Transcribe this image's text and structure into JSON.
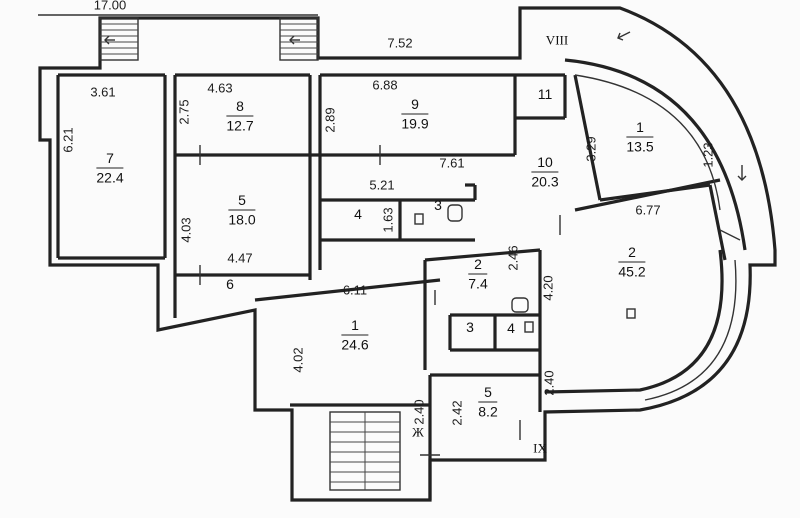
{
  "plan": {
    "rooms": [
      {
        "id": "room-7",
        "number": "7",
        "area": "22.4"
      },
      {
        "id": "room-8",
        "number": "8",
        "area": "12.7"
      },
      {
        "id": "room-9",
        "number": "9",
        "area": "19.9"
      },
      {
        "id": "room-5-upper",
        "number": "5",
        "area": "18.0"
      },
      {
        "id": "room-10",
        "number": "10",
        "area": "20.3"
      },
      {
        "id": "room-11",
        "number": "11",
        "area": ""
      },
      {
        "id": "room-1-upper",
        "number": "1",
        "area": "13.5"
      },
      {
        "id": "room-4-upper",
        "number": "4",
        "area": ""
      },
      {
        "id": "room-3-upper",
        "number": "3",
        "area": ""
      },
      {
        "id": "room-6",
        "number": "6",
        "area": ""
      },
      {
        "id": "room-2-small",
        "number": "2",
        "area": "7.4"
      },
      {
        "id": "room-2-large",
        "number": "2",
        "area": "45.2"
      },
      {
        "id": "room-1-lower",
        "number": "1",
        "area": "24.6"
      },
      {
        "id": "room-3-lower",
        "number": "3",
        "area": ""
      },
      {
        "id": "room-4-lower",
        "number": "4",
        "area": ""
      },
      {
        "id": "room-5-lower",
        "number": "5",
        "area": "8.2"
      }
    ],
    "dimensions": {
      "d_17_00": "17.00",
      "d_7_52": "7.52",
      "d_4_63": "4.63",
      "d_3_61": "3.61",
      "d_6_88": "6.88",
      "d_6_21": "6.21",
      "d_2_75": "2.75",
      "d_2_89": "2.89",
      "d_7_61": "7.61",
      "d_5_21": "5.21",
      "d_4_03": "4.03",
      "d_1_63": "1.63",
      "d_4_47": "4.47",
      "d_3_29": "3.29",
      "d_1_23": "1.23",
      "d_6_77": "6.77",
      "d_6_11": "6.11",
      "d_2_46": "2.46",
      "d_4_20": "4.20",
      "d_4_02": "4.02",
      "d_2_40_a": "2.40",
      "d_2_42": "2.42",
      "d_2_40_b": "2.40"
    },
    "markers": {
      "viii": "VIII",
      "ix": "IX",
      "zh": "Ж"
    }
  }
}
